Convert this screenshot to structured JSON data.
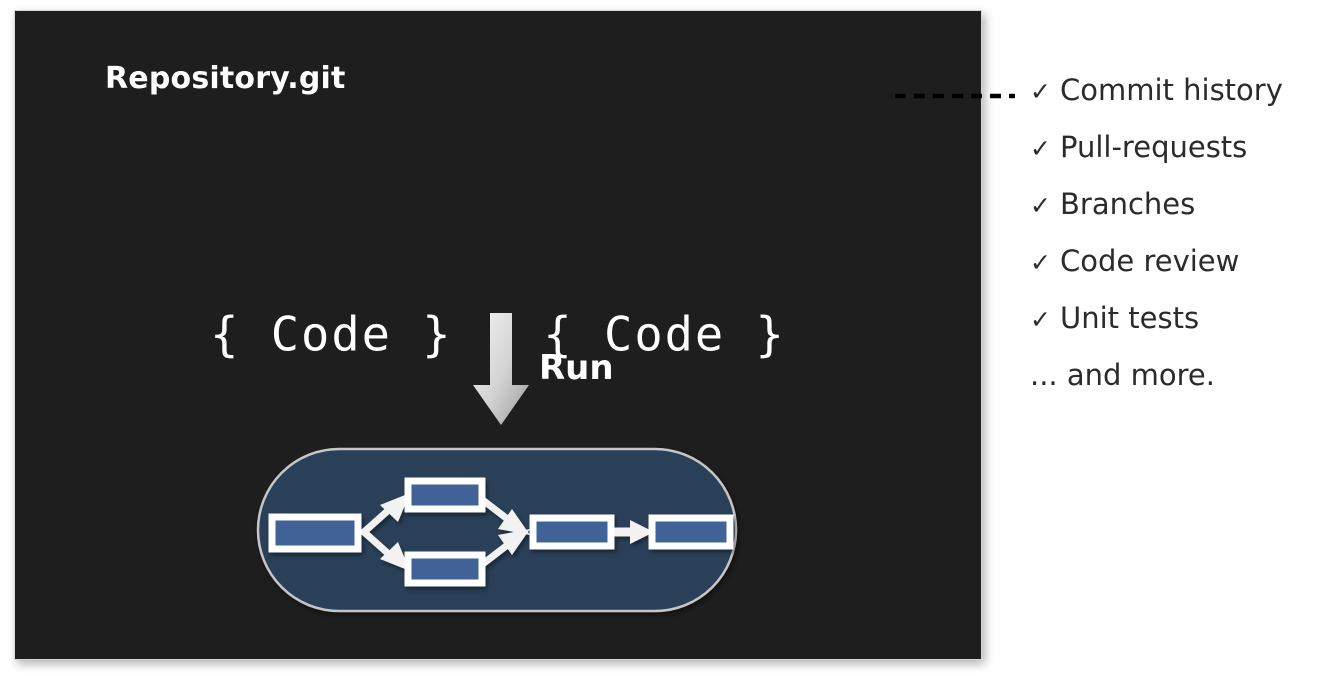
{
  "slide": {
    "panel_bg": "#1e1e1e",
    "page_bg": "#ffffff",
    "title": "Repository.git"
  },
  "code_stack": {
    "card_count": 3,
    "front_text": "{ Code }   { Code }",
    "card_bg": "#060606",
    "card_border": "#9a9a9a"
  },
  "run_step": {
    "label": "Run",
    "arrow_icon": "down-arrow-icon",
    "arrow_color_top": "#f2f2f2",
    "arrow_color_bottom": "#9b9b9b"
  },
  "pipeline": {
    "container_shape": "stadium",
    "container_fill": "#2b3f58",
    "container_border": "#c9c9c9",
    "node_fill": "#3f6297",
    "node_border": "#ffffff",
    "arrow_color": "#f2f2f2",
    "nodes": [
      {
        "id": "start",
        "label": ""
      },
      {
        "id": "branch-a",
        "label": ""
      },
      {
        "id": "branch-b",
        "label": ""
      },
      {
        "id": "merge",
        "label": ""
      },
      {
        "id": "deploy",
        "label": ""
      }
    ],
    "edges": [
      {
        "from": "start",
        "to": "branch-a"
      },
      {
        "from": "start",
        "to": "branch-b"
      },
      {
        "from": "branch-a",
        "to": "merge"
      },
      {
        "from": "branch-b",
        "to": "merge"
      },
      {
        "from": "merge",
        "to": "deploy"
      }
    ]
  },
  "connector": {
    "style": "dashed",
    "color": "#000000"
  },
  "checklist": {
    "text_color": "#2b2b2b",
    "mark": "✓",
    "items": [
      {
        "mark": "✓",
        "label": "Commit history"
      },
      {
        "mark": "✓",
        "label": "Pull-requests"
      },
      {
        "mark": "✓",
        "label": "Branches"
      },
      {
        "mark": "✓",
        "label": "Code review"
      },
      {
        "mark": "✓",
        "label": "Unit tests"
      },
      {
        "mark": "",
        "label": "... and more."
      }
    ]
  }
}
